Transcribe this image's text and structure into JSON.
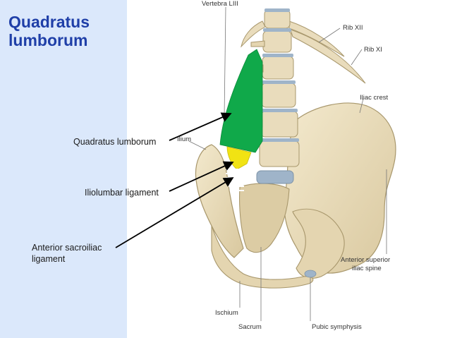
{
  "title": {
    "line1": "Quadratus",
    "line2": "lumborum"
  },
  "callouts": {
    "quadratus_lumborum": "Quadratus lumborum",
    "iliolumbar_ligament": "Iliolumbar ligament",
    "anterior_sacroiliac_line1": "Anterior sacroiliac",
    "anterior_sacroiliac_line2": "ligament"
  },
  "figure_labels": {
    "vertebra": "Vertebra LIII",
    "rib_xii": "Rib XII",
    "rib_xi": "Rib XI",
    "iliac_crest": "Iliac crest",
    "ilium": "Ilium",
    "asis_line1": "Anterior superior",
    "asis_line2": "iliac spine",
    "ischium": "Ischium",
    "sacrum": "Sacrum",
    "pubic_symphysis": "Pubic symphysis"
  },
  "colors": {
    "panel_bg": "#dbe8fb",
    "title": "#1f3fa8",
    "bone": "#e9dcbc",
    "bone_shadow": "#c8b88f",
    "disc": "#9fb4c9",
    "muscle": "#10a94a",
    "ligament": "#f1e313",
    "arrow": "#000000"
  }
}
